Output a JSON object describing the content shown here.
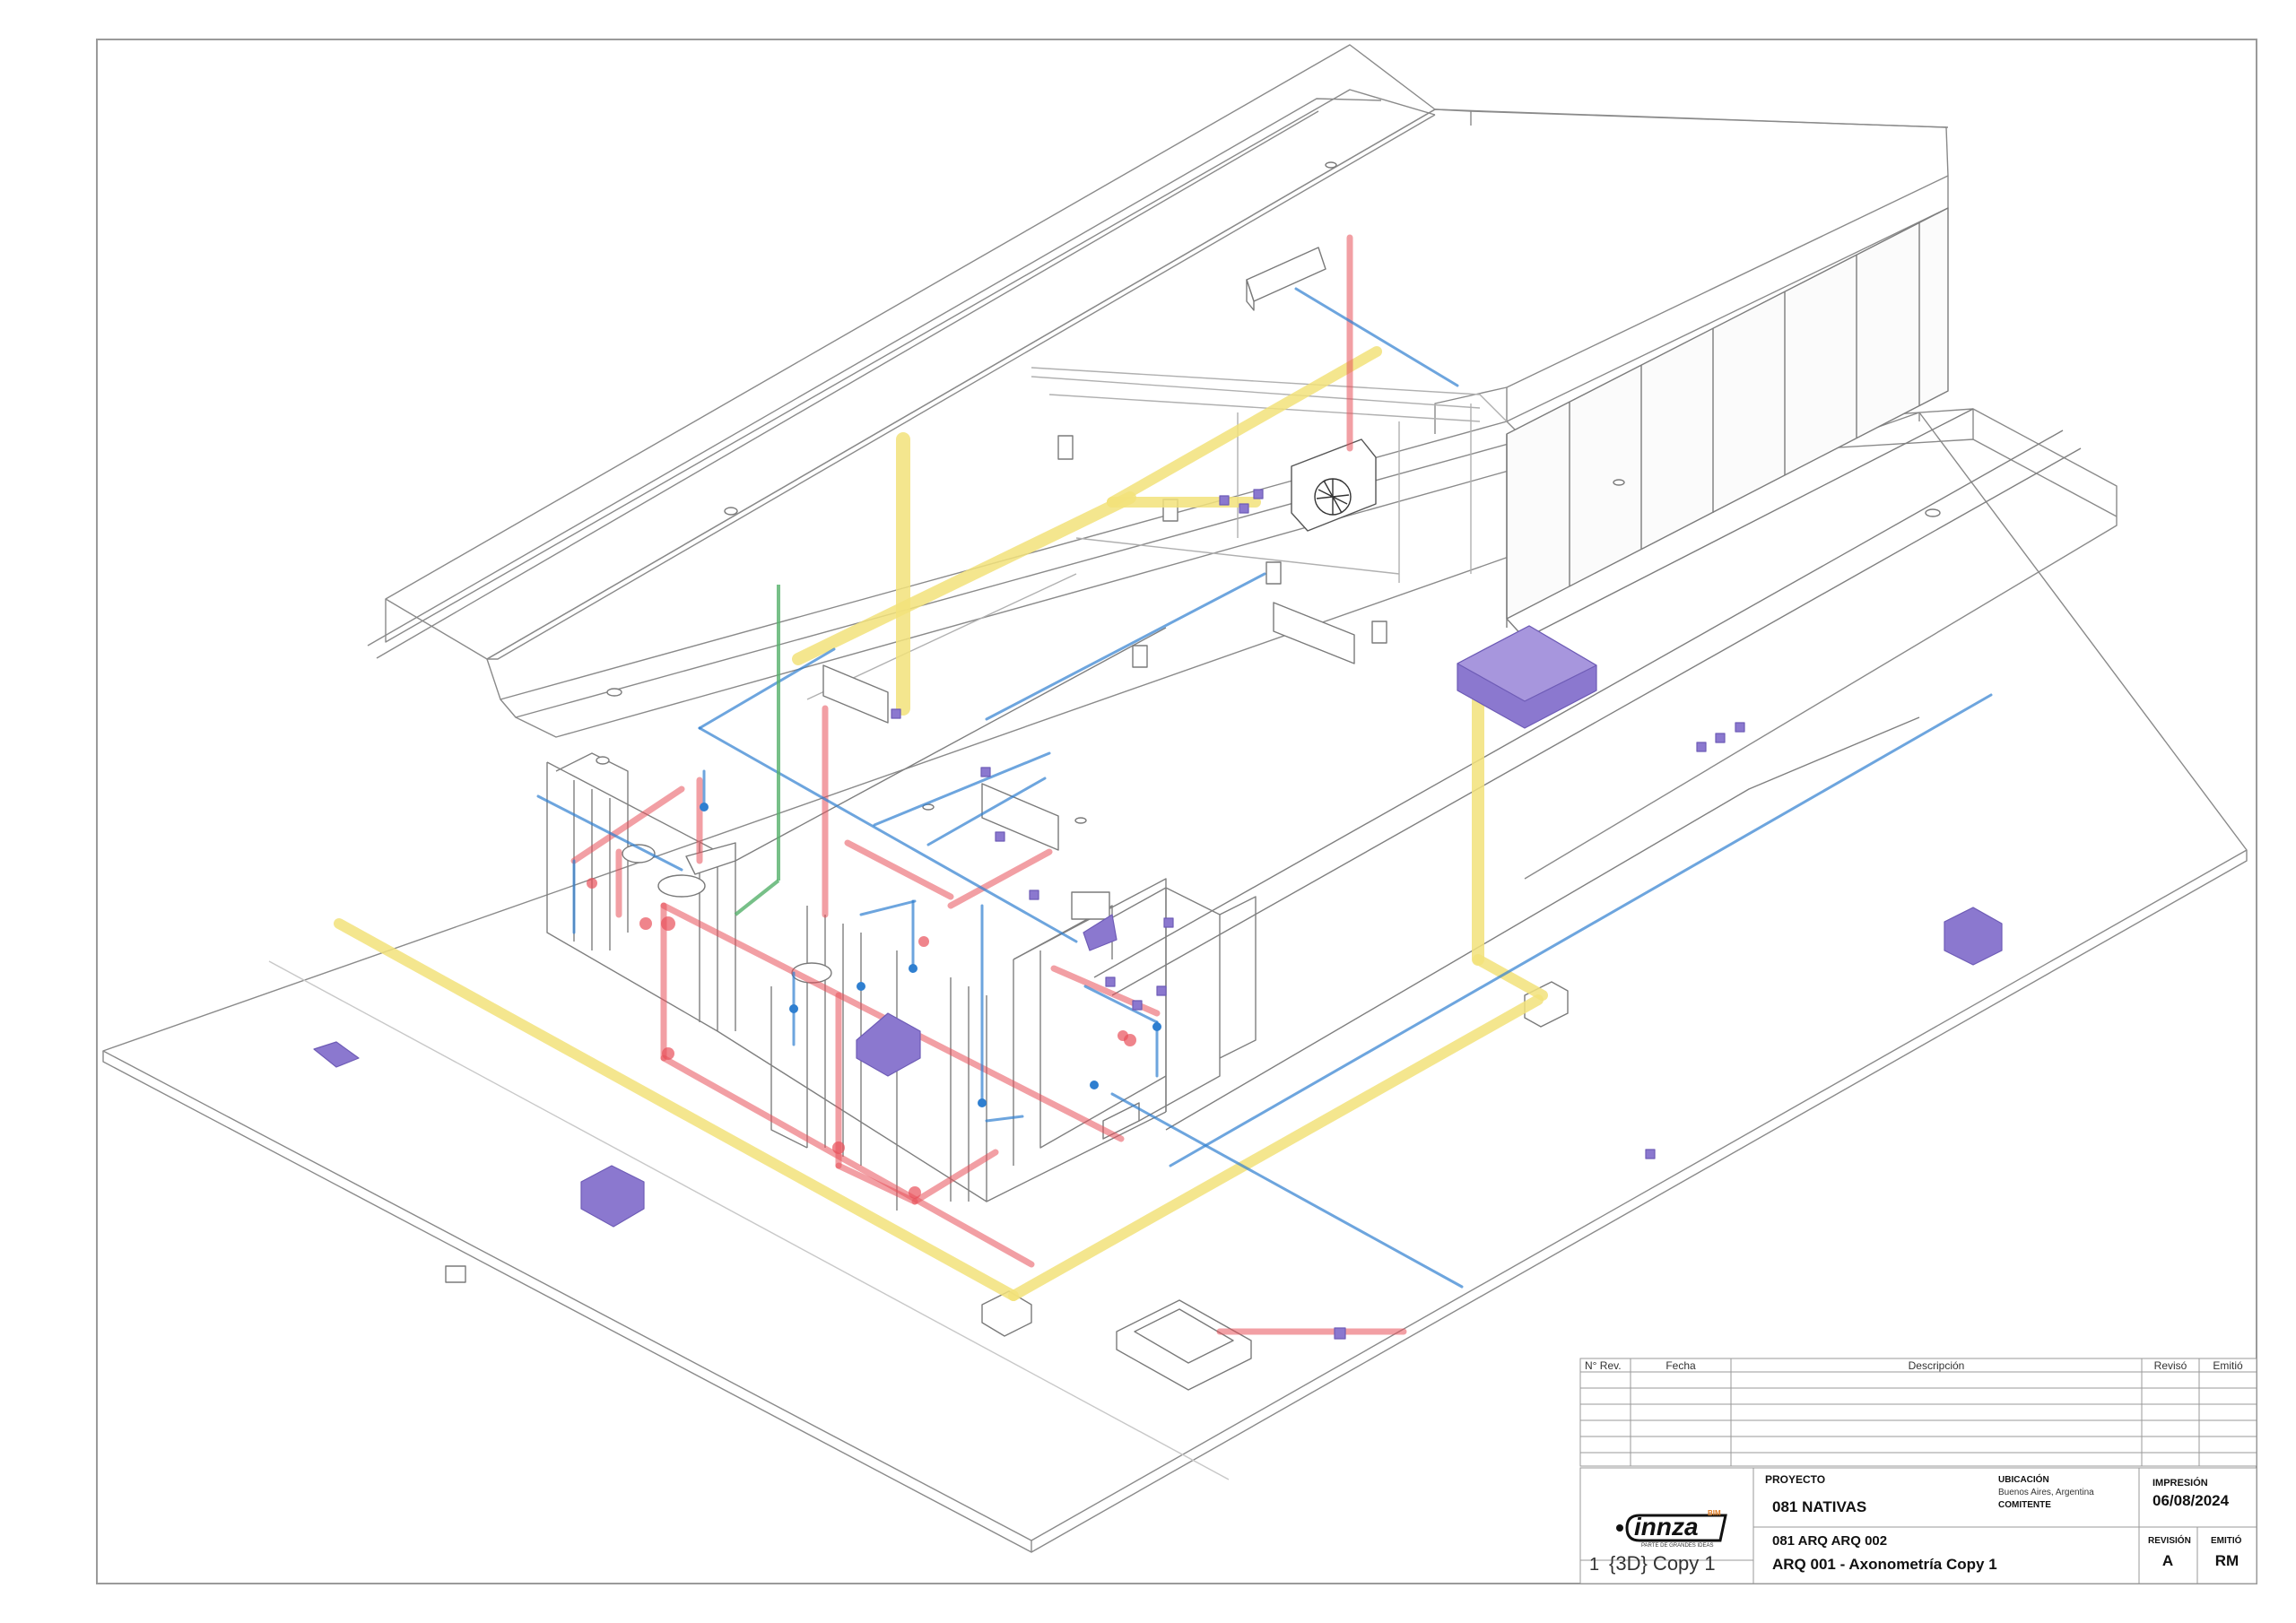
{
  "colors": {
    "line": "#8a8a8a",
    "hot_water": "#e8505a",
    "cold_water": "#2f7fd0",
    "gas": "#f2e27a",
    "ventilation": "#55b06a",
    "equipment": "#8b78cf"
  },
  "icons": [
    "split-ac-icon",
    "condenser-fan-icon",
    "logo-icon"
  ],
  "title_block": {
    "revision_headers": {
      "rev": "N° Rev.",
      "fecha": "Fecha",
      "descripcion": "Descripción",
      "reviso": "Revisó",
      "emitio": "Emitió"
    },
    "proyecto_label": "PROYECTO",
    "proyecto_value": "081 NATIVAS",
    "ubicacion_label": "UBICACIÓN",
    "ubicacion_value": "Buenos Aires, Argentina",
    "comitente_label": "COMITENTE",
    "impresion_label": "IMPRESIÓN",
    "impresion_value": "06/08/2024",
    "sheet_code": "081 ARQ ARQ 002",
    "sheet_title": "ARQ 001 - Axonometría Copy 1",
    "revision_label": "REVISIÓN",
    "revision_value": "A",
    "emitio_label": "EMITIÓ",
    "emitio_value": "RM",
    "view_number": "1",
    "view_name": "{3D} Copy 1",
    "logo_text": "innza",
    "logo_superscript": "BIM",
    "logo_tagline": "PARTE DE GRANDES IDEAS"
  }
}
